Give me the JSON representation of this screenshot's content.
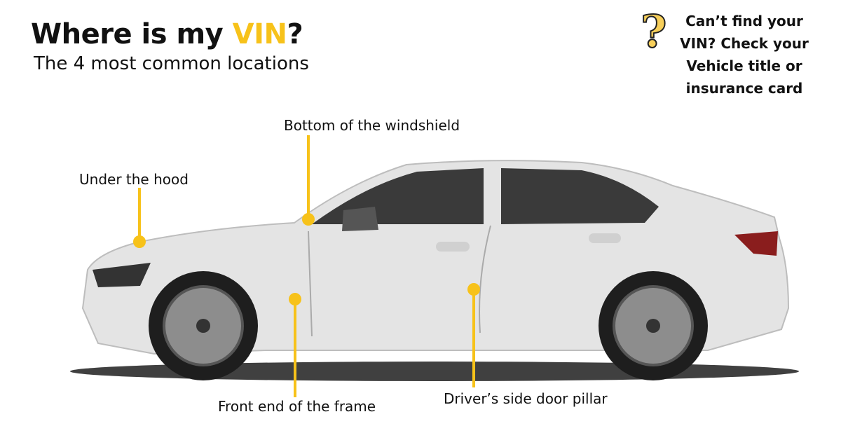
{
  "header": {
    "title_prefix": "Where is my ",
    "title_highlight": "VIN",
    "title_suffix": "?",
    "subtitle": "The 4 most common locations"
  },
  "help": {
    "icon": "question-mark-icon",
    "text": "Can’t find your VIN? Check your Vehicle title or insurance card"
  },
  "locations": [
    {
      "label": "Under the hood"
    },
    {
      "label": "Bottom of the windshield"
    },
    {
      "label": "Front end of the frame"
    },
    {
      "label": "Driver’s side door pillar"
    }
  ],
  "colors": {
    "accent": "#f7c21a",
    "text": "#111111",
    "car": "#e6e6e6"
  }
}
